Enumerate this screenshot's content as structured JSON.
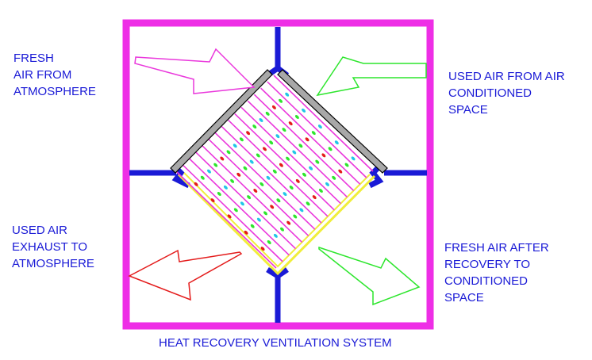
{
  "labels": {
    "fresh_air": [
      "FRESH",
      " AIR FROM",
      "ATMOSPHERE"
    ],
    "used_air_from": [
      "USED AIR FROM AIR",
      "CONDITIONED",
      "SPACE"
    ],
    "used_air_exhaust": [
      "USED AIR",
      "EXHAUST TO",
      "ATMOSPHERE"
    ],
    "fresh_air_after": [
      "FRESH AIR AFTER",
      "RECOVERY TO",
      "CONDITIONED",
      "SPACE"
    ]
  },
  "caption": "HEAT RECOVERY VENTILATION SYSTEM",
  "colors": {
    "frame": "#ee2ee6",
    "divider": "#1a1ad6",
    "fresh_air_arrow": "#ea38dc",
    "used_air_in_arrow": "#2de62d",
    "exhaust_arrow": "#e41b1b",
    "recovered_arrow": "#2de62d",
    "plates": "#ea38dc",
    "seal": "#f0ee3a",
    "casing": "#a8a8a8",
    "text": "#1a1ad6"
  }
}
